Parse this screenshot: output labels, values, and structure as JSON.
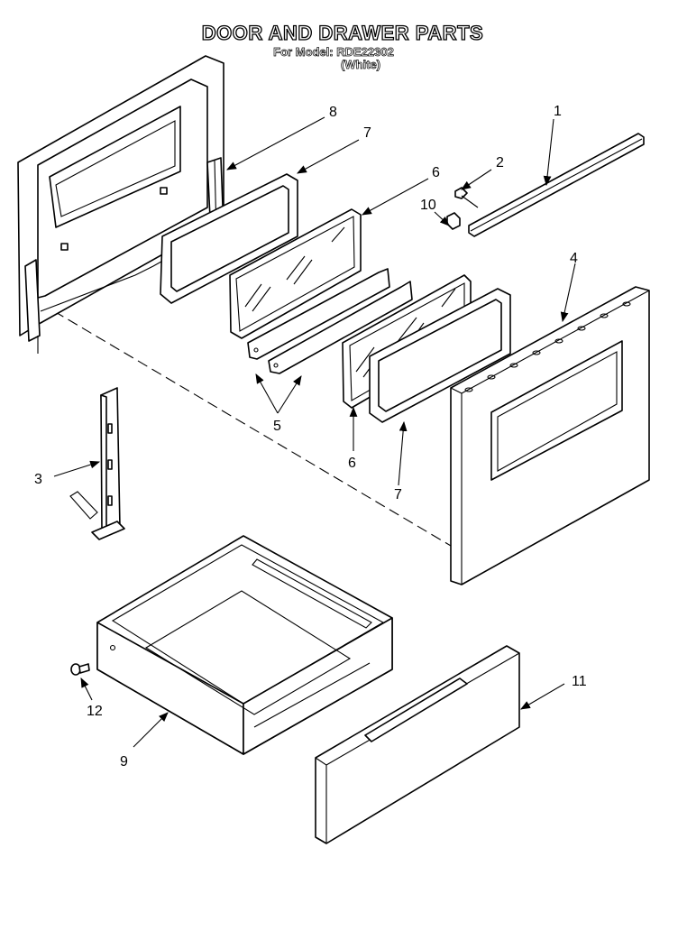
{
  "header": {
    "title": "DOOR AND DRAWER PARTS",
    "model_line": "For Model: RDE22302",
    "color_line": "(White)"
  },
  "callouts": [
    "1",
    "2",
    "3",
    "4",
    "5",
    "6",
    "6",
    "7",
    "7",
    "8",
    "9",
    "10",
    "11",
    "12"
  ]
}
